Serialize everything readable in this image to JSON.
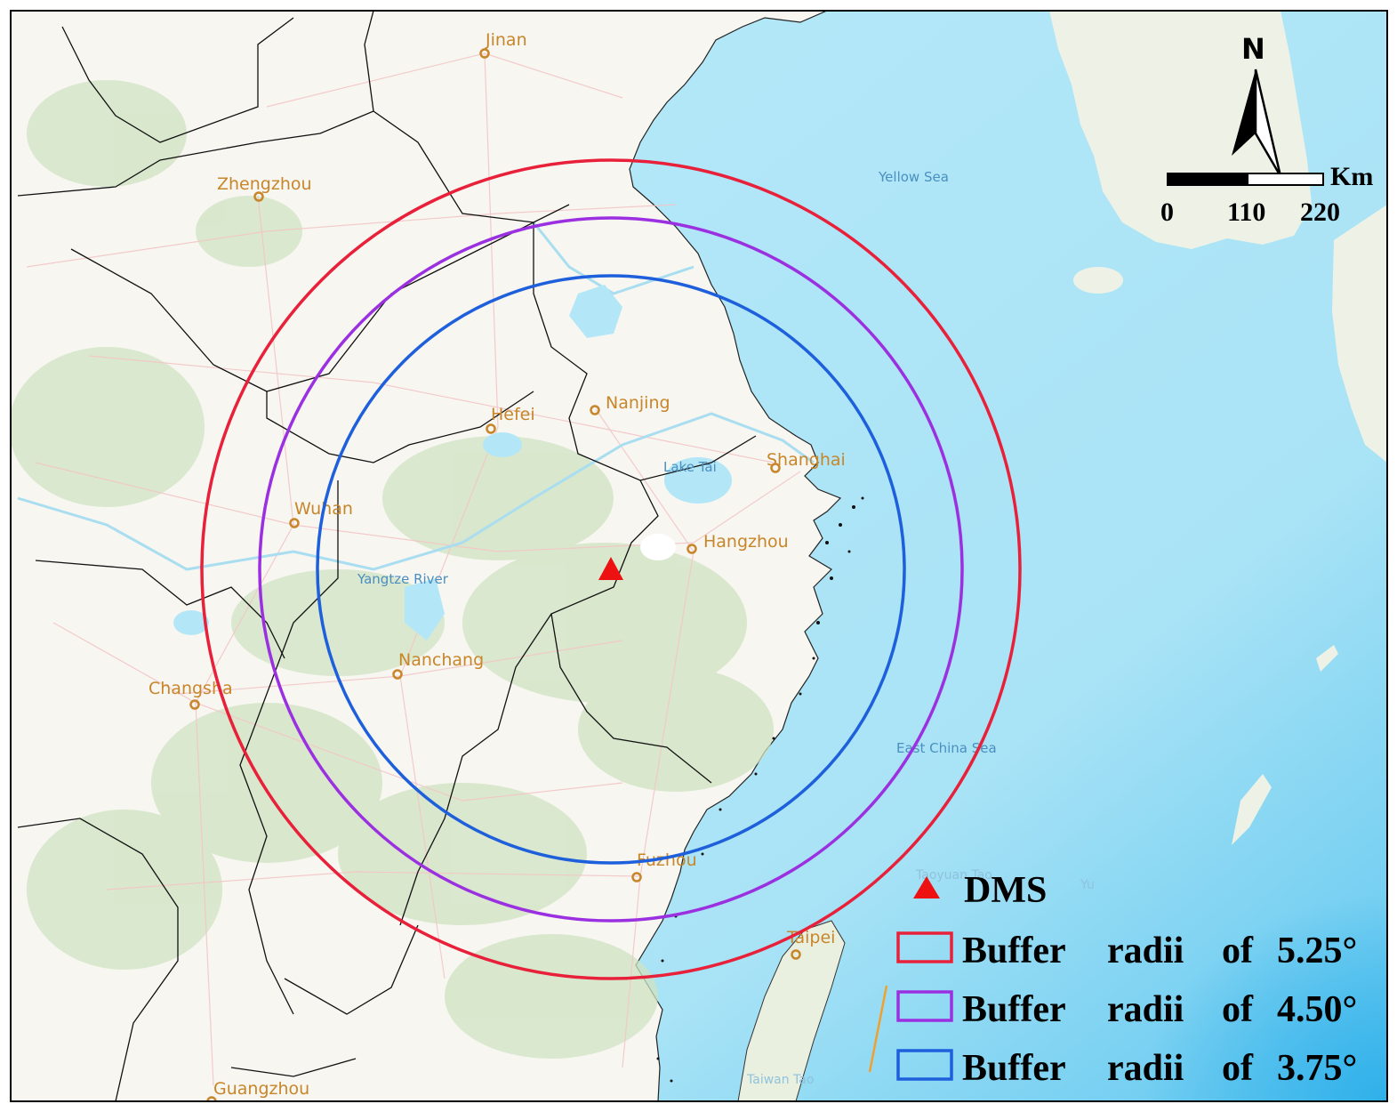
{
  "cities": [
    {
      "id": "jinan",
      "name": "Jinan"
    },
    {
      "id": "zhengzhou",
      "name": "Zhengzhou"
    },
    {
      "id": "hefei",
      "name": "Hefei"
    },
    {
      "id": "nanjing",
      "name": "Nanjing"
    },
    {
      "id": "shanghai",
      "name": "Shanghai"
    },
    {
      "id": "wuhan",
      "name": "Wuhan"
    },
    {
      "id": "hangzhou",
      "name": "Hangzhou"
    },
    {
      "id": "nanchang",
      "name": "Nanchang"
    },
    {
      "id": "changsha",
      "name": "Changsha"
    },
    {
      "id": "fuzhou",
      "name": "Fuzhou"
    },
    {
      "id": "taipei",
      "name": "Taipei"
    },
    {
      "id": "guangzhou",
      "name": "Guangzhou"
    }
  ],
  "water_labels": {
    "yellow_sea": "Yellow Sea",
    "east_china_sea": "East China Sea",
    "lake_tai": "Lake Tai",
    "yangtze": "Yangtze River",
    "taoyuan": "Taoyuan Tao",
    "yu": "Yu",
    "taiwan": "Taiwan Tao"
  },
  "north_arrow": {
    "label": "N"
  },
  "scale_bar": {
    "unit": "Km",
    "ticks": [
      "0",
      "110",
      "220"
    ]
  },
  "station": {
    "name": "DMS",
    "color": "#ee1111"
  },
  "buffers": [
    {
      "id": "r525",
      "radius_deg": 5.25,
      "color": "#e8203a",
      "label": "Buffer radii of 5.25°",
      "legend_words": [
        "Buffer",
        "radii",
        "of",
        "5.25°"
      ]
    },
    {
      "id": "r450",
      "radius_deg": 4.5,
      "color": "#9b30e0",
      "label": "Buffer radii of 4.50°",
      "legend_words": [
        "Buffer",
        "radii",
        "of",
        "4.50°"
      ]
    },
    {
      "id": "r375",
      "radius_deg": 3.75,
      "color": "#1e5fdc",
      "label": "Buffer radii of 3.75°",
      "legend_words": [
        "Buffer",
        "radii",
        "of",
        "3.75°"
      ]
    }
  ],
  "colors": {
    "sea": "#b3e7f7",
    "land": "#f7f6f1",
    "city": "#c8862a",
    "border": "#111111"
  }
}
